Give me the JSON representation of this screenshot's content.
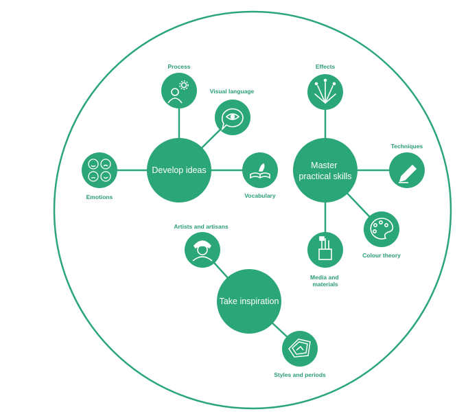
{
  "colors": {
    "accent": "#2aa678",
    "label": "#2a9d74",
    "icon_line": "#ffffff",
    "background": "#ffffff"
  },
  "hubs": [
    {
      "id": "develop",
      "lines": [
        "Develop ideas"
      ]
    },
    {
      "id": "master",
      "lines": [
        "Master",
        "practical skills"
      ]
    },
    {
      "id": "inspiration",
      "lines": [
        "Take inspiration"
      ]
    }
  ],
  "leaves": [
    {
      "id": "process",
      "label_lines": [
        "Process"
      ],
      "icon": "person-gear-icon"
    },
    {
      "id": "visual-language",
      "label_lines": [
        "Visual language"
      ],
      "icon": "eye-speech-bubble-icon"
    },
    {
      "id": "emotions",
      "label_lines": [
        "Emotions"
      ],
      "icon": "four-faces-icon"
    },
    {
      "id": "vocabulary",
      "label_lines": [
        "Vocabulary"
      ],
      "icon": "open-book-icon"
    },
    {
      "id": "effects",
      "label_lines": [
        "Effects"
      ],
      "icon": "firework-icon"
    },
    {
      "id": "techniques",
      "label_lines": [
        "Techniques"
      ],
      "icon": "pencil-icon"
    },
    {
      "id": "colour-theory",
      "label_lines": [
        "Colour theory"
      ],
      "icon": "palette-icon"
    },
    {
      "id": "media-materials",
      "label_lines": [
        "Media and",
        "materials"
      ],
      "icon": "brushes-jar-icon"
    },
    {
      "id": "artists-artisans",
      "label_lines": [
        "Artists and artisans"
      ],
      "icon": "artist-portrait-icon"
    },
    {
      "id": "styles-periods",
      "label_lines": [
        "Styles and periods"
      ],
      "icon": "framed-canvas-icon"
    }
  ]
}
